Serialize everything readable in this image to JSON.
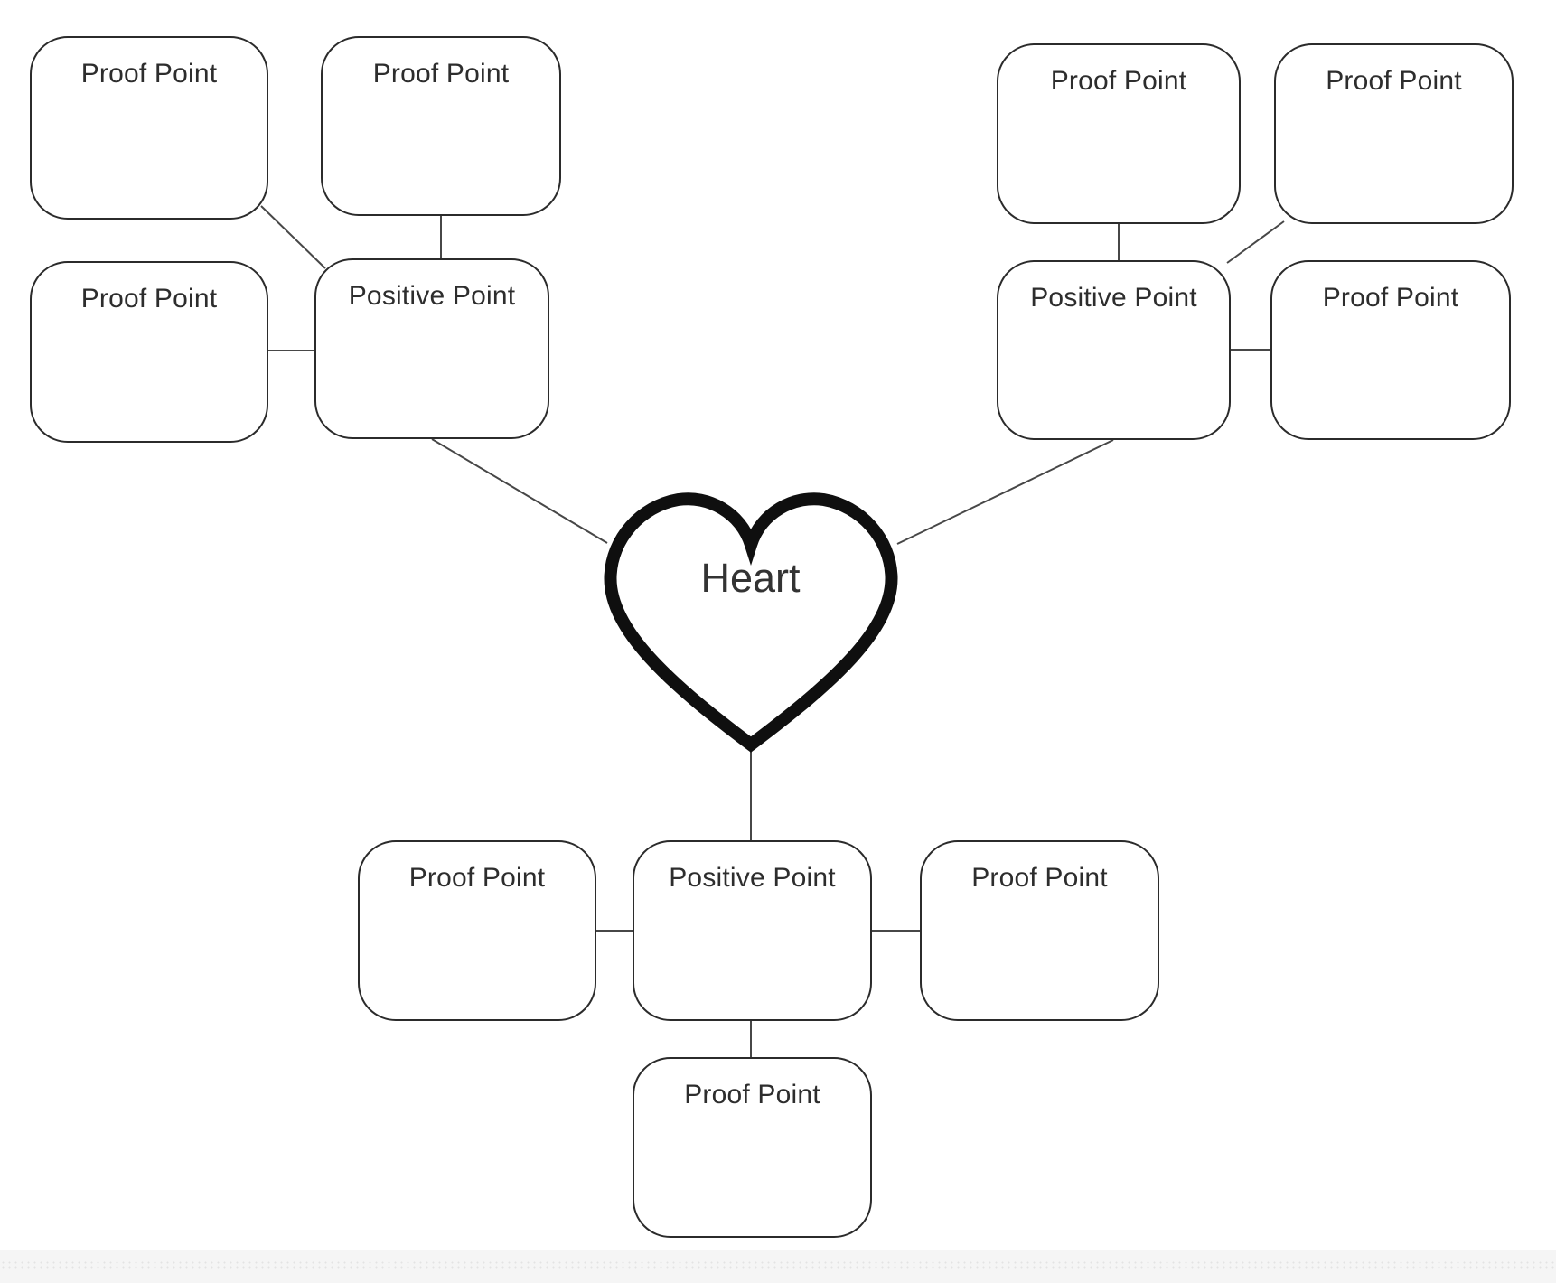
{
  "canvas": {
    "background": "#ffffff",
    "footer_band_color": "#f5f5f5"
  },
  "colors": {
    "box_border": "#2b2b2b",
    "box_fill": "#ffffff",
    "connector": "#474747",
    "heart_outline": "#0f0f0f",
    "label_text": "#2d2d2d"
  },
  "heart": {
    "label": "Heart"
  },
  "clusters": {
    "top_left": {
      "positive": "Positive Point",
      "proofs": [
        "Proof Point",
        "Proof Point",
        "Proof Point"
      ]
    },
    "top_right": {
      "positive": "Positive Point",
      "proofs": [
        "Proof Point",
        "Proof Point",
        "Proof Point"
      ]
    },
    "bottom": {
      "positive": "Positive Point",
      "proofs": [
        "Proof Point",
        "Proof Point",
        "Proof Point"
      ]
    }
  }
}
